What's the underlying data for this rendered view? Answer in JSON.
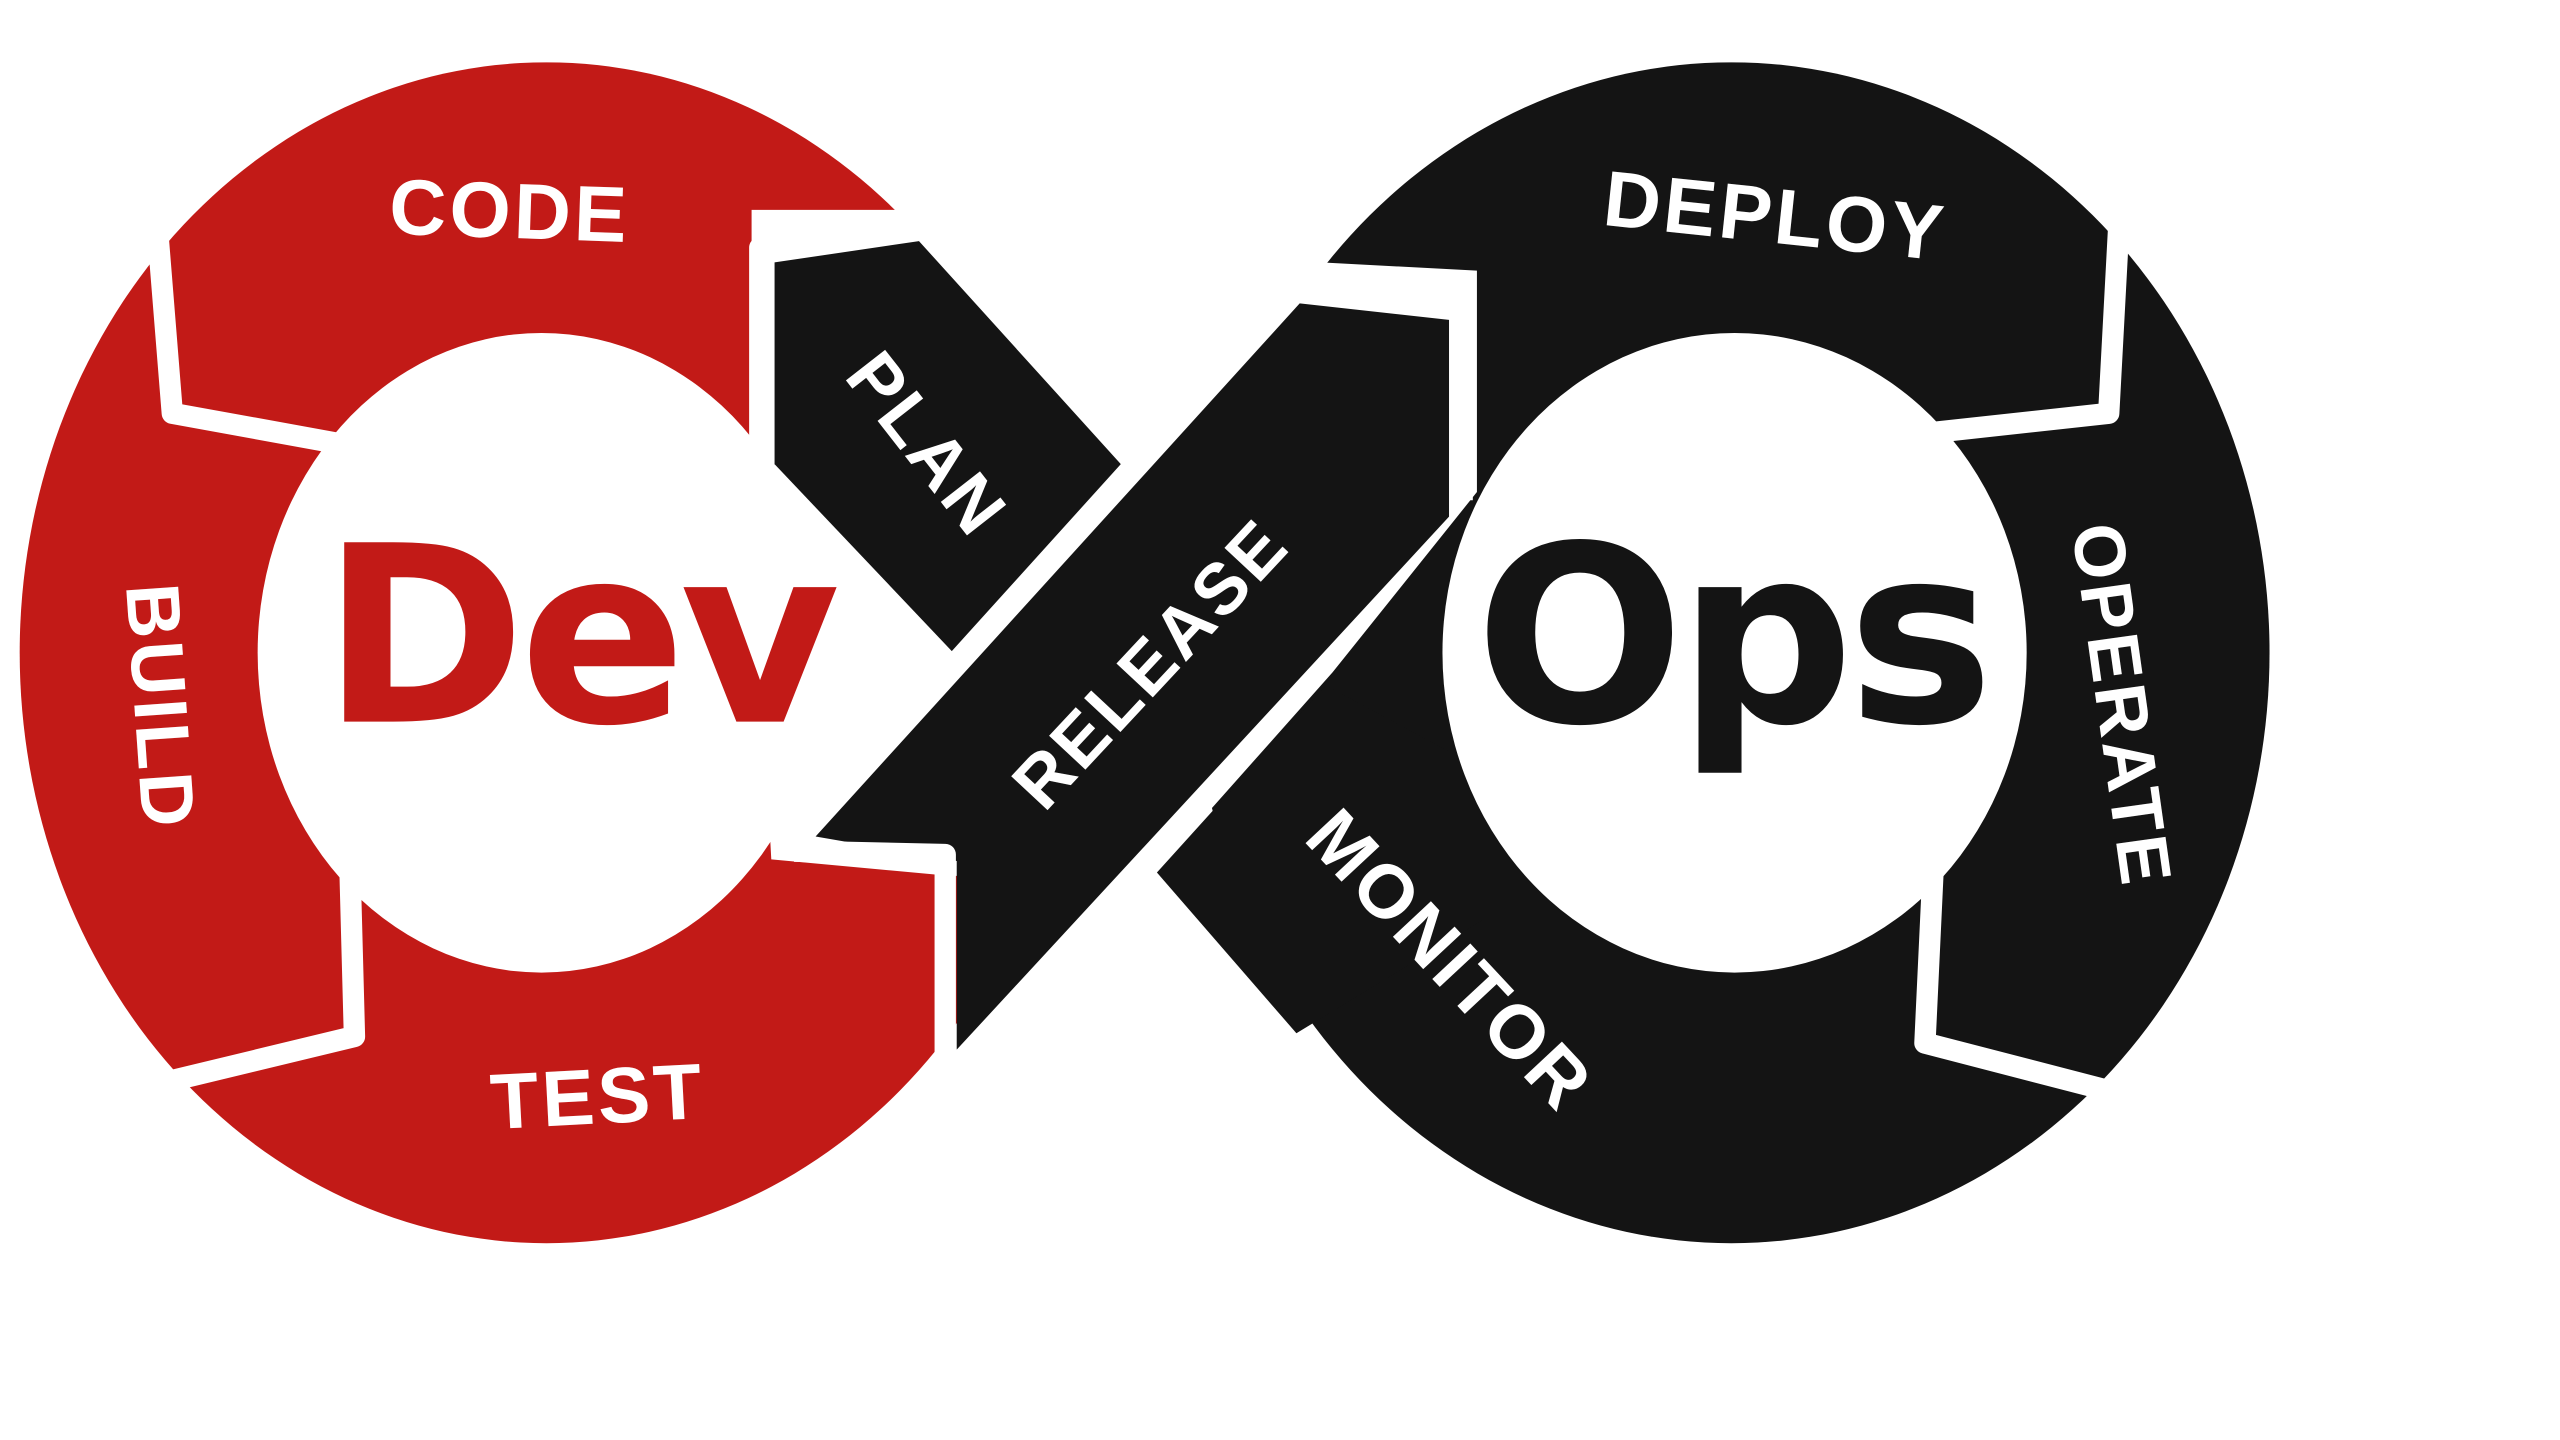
{
  "colors": {
    "dev": "#c21a17",
    "ops": "#141414",
    "background": "#ffffff",
    "label": "#ffffff"
  },
  "diagram": {
    "dev_label": "Dev",
    "ops_label": "Ops",
    "stages": {
      "code": "CODE",
      "build": "BUILD",
      "test": "TEST",
      "plan": "PLAN",
      "release": "RELEASE",
      "deploy": "DEPLOY",
      "operate": "OPERATE",
      "monitor": "MONITOR"
    }
  }
}
